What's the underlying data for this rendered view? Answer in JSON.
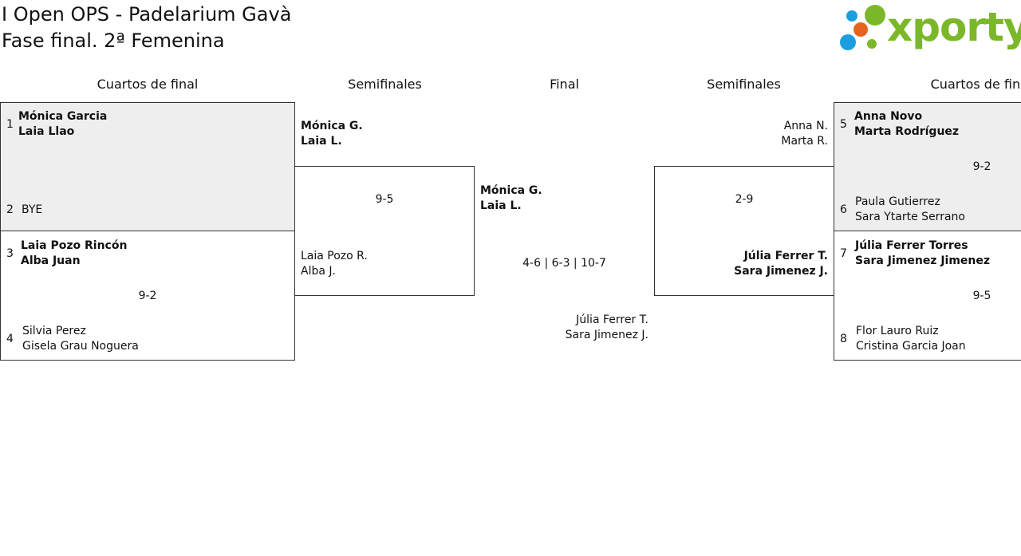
{
  "header": {
    "title_line1": "I Open OPS - Padelarium Gavà",
    "title_line2": "Fase final. 2ª Femenina",
    "logo_text": "xporty",
    "logo_colors": {
      "green": "#7ab829",
      "blue": "#1a9ee0",
      "orange": "#e5661a"
    }
  },
  "columns": {
    "left_qf": "Cuartos de final",
    "left_sf": "Semifinales",
    "final": "Final",
    "right_sf": "Semifinales",
    "right_qf": "Cuartos de final"
  },
  "left_qf": {
    "m1": {
      "seed_a": "1",
      "a1": "Mónica Garcia",
      "a2": "Laia Llao",
      "seed_b": "2",
      "b1": "BYE",
      "score": ""
    },
    "m2": {
      "seed_a": "3",
      "a1": "Laia Pozo Rincón",
      "a2": "Alba Juan",
      "score": "9-2",
      "seed_b": "4",
      "b1": "Silvia Perez",
      "b2": "Gisela Grau Noguera"
    }
  },
  "left_sf": {
    "a1": "Mónica G.",
    "a2": "Laia L.",
    "score": "9-5",
    "b1": "Laia Pozo R.",
    "b2": "Alba J."
  },
  "final": {
    "a1": "Mónica G.",
    "a2": "Laia L.",
    "score": "4-6 | 6-3 | 10-7",
    "b1": "Júlia Ferrer T.",
    "b2": "Sara Jimenez J."
  },
  "right_sf": {
    "a1": "Anna N.",
    "a2": "Marta R.",
    "score": "2-9",
    "b1": "Júlia Ferrer T.",
    "b2": "Sara Jimenez J."
  },
  "right_qf": {
    "m1": {
      "seed_a": "5",
      "a1": "Anna Novo",
      "a2": "Marta Rodríguez",
      "score": "9-2",
      "seed_b": "6",
      "b1": "Paula Gutierrez",
      "b2": "Sara Ytarte Serrano"
    },
    "m2": {
      "seed_a": "7",
      "a1": "Júlia Ferrer Torres",
      "a2": "Sara Jimenez Jimenez",
      "score": "9-5",
      "seed_b": "8",
      "b1": "Flor Lauro Ruiz",
      "b2": "Cristina Garcia Joan"
    }
  }
}
